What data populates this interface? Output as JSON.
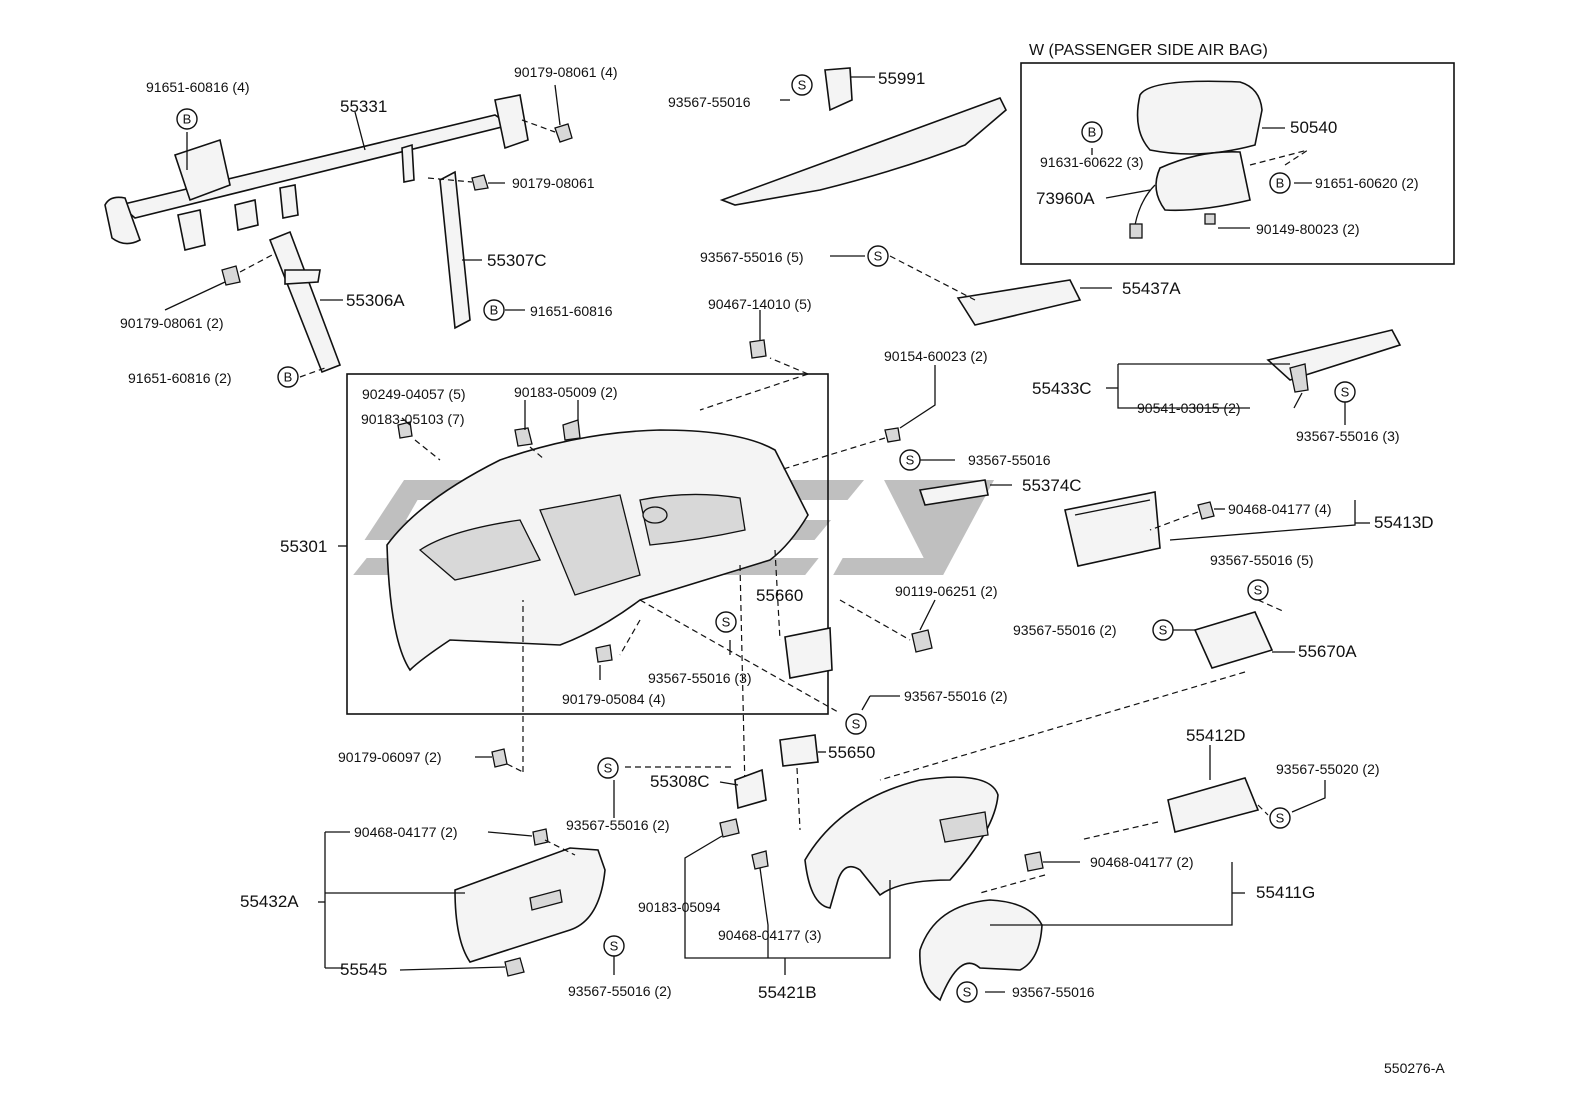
{
  "diagram": {
    "inset_title": "W (PASSENGER SIDE AIR BAG)",
    "drawing_number": "550276-A",
    "symbol_b": "B",
    "symbol_s": "S",
    "labels": {
      "p91651_60816_4": "91651-60816 (4)",
      "p55331": "55331",
      "p90179_08061_4": "90179-08061 (4)",
      "p90179_08061_a": "90179-08061",
      "p55307c": "55307C",
      "p90179_08061_2": "90179-08061 (2)",
      "p55306a": "55306A",
      "p91651_60816_a": "91651-60816",
      "p91651_60816_2": "91651-60816 (2)",
      "p93567_55016_a": "93567-55016",
      "p55991": "55991",
      "p50540": "50540",
      "p91631_60622_3": "91631-60622 (3)",
      "p91651_60620_2": "91651-60620 (2)",
      "p73960a": "73960A",
      "p90149_80023_2": "90149-80023 (2)",
      "p93567_55016_5a": "93567-55016 (5)",
      "p55437a": "55437A",
      "p90467_14010_5": "90467-14010 (5)",
      "p90154_60023_2": "90154-60023 (2)",
      "p55433c": "55433C",
      "p90541_03015_2": "90541-03015 (2)",
      "p93567_55016_3a": "93567-55016 (3)",
      "p90249_04057_5": "90249-04057 (5)",
      "p90183_05009_2": "90183-05009 (2)",
      "p90183_05103_7": "90183-05103 (7)",
      "p93567_55016_b": "93567-55016",
      "p55374c": "55374C",
      "p90468_04177_4": "90468-04177 (4)",
      "p55413d": "55413D",
      "p55301": "55301",
      "p93567_55016_5b": "93567-55016 (5)",
      "p90119_06251_2": "90119-06251 (2)",
      "p55660": "55660",
      "p93567_55016_2a": "93567-55016 (2)",
      "p55670a": "55670A",
      "p93567_55016_3b": "93567-55016 (3)",
      "p90179_05084_4": "90179-05084 (4)",
      "p93567_55016_2b": "93567-55016 (2)",
      "p90179_06097_2": "90179-06097 (2)",
      "p55650": "55650",
      "p55412d": "55412D",
      "p93567_55020_2": "93567-55020 (2)",
      "p55308c": "55308C",
      "p90468_04177_2a": "90468-04177 (2)",
      "p93567_55016_2c": "93567-55016 (2)",
      "p55432a": "55432A",
      "p90183_05094": "90183-05094",
      "p90468_04177_2b": "90468-04177 (2)",
      "p55411g": "55411G",
      "p90468_04177_3": "90468-04177 (3)",
      "p55545": "55545",
      "p93567_55016_2d": "93567-55016 (2)",
      "p55421b": "55421B",
      "p93567_55016_c": "93567-55016"
    }
  }
}
